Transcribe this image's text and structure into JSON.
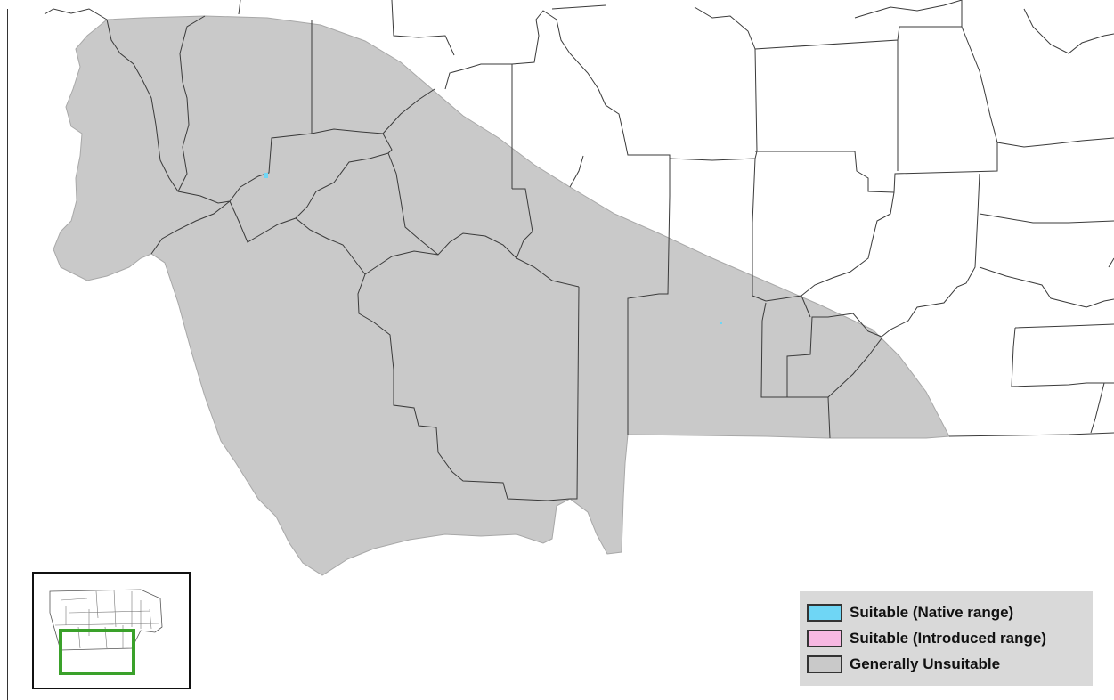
{
  "legend": {
    "items": [
      {
        "label": "Suitable (Native range)",
        "color": "#6fd6f5"
      },
      {
        "label": "Suitable (Introduced range)",
        "color": "#f7b8e2"
      },
      {
        "label": "Generally Unsuitable",
        "color": "#c9c9c9"
      }
    ]
  },
  "colors": {
    "unsuitable_fill": "#c9c9c9",
    "county_lines": "#3a3a3a",
    "inset_highlight": "#3aa12a",
    "native_points": "#6fd6f5"
  },
  "icons": {
    "locator": "inset-locator-map"
  }
}
